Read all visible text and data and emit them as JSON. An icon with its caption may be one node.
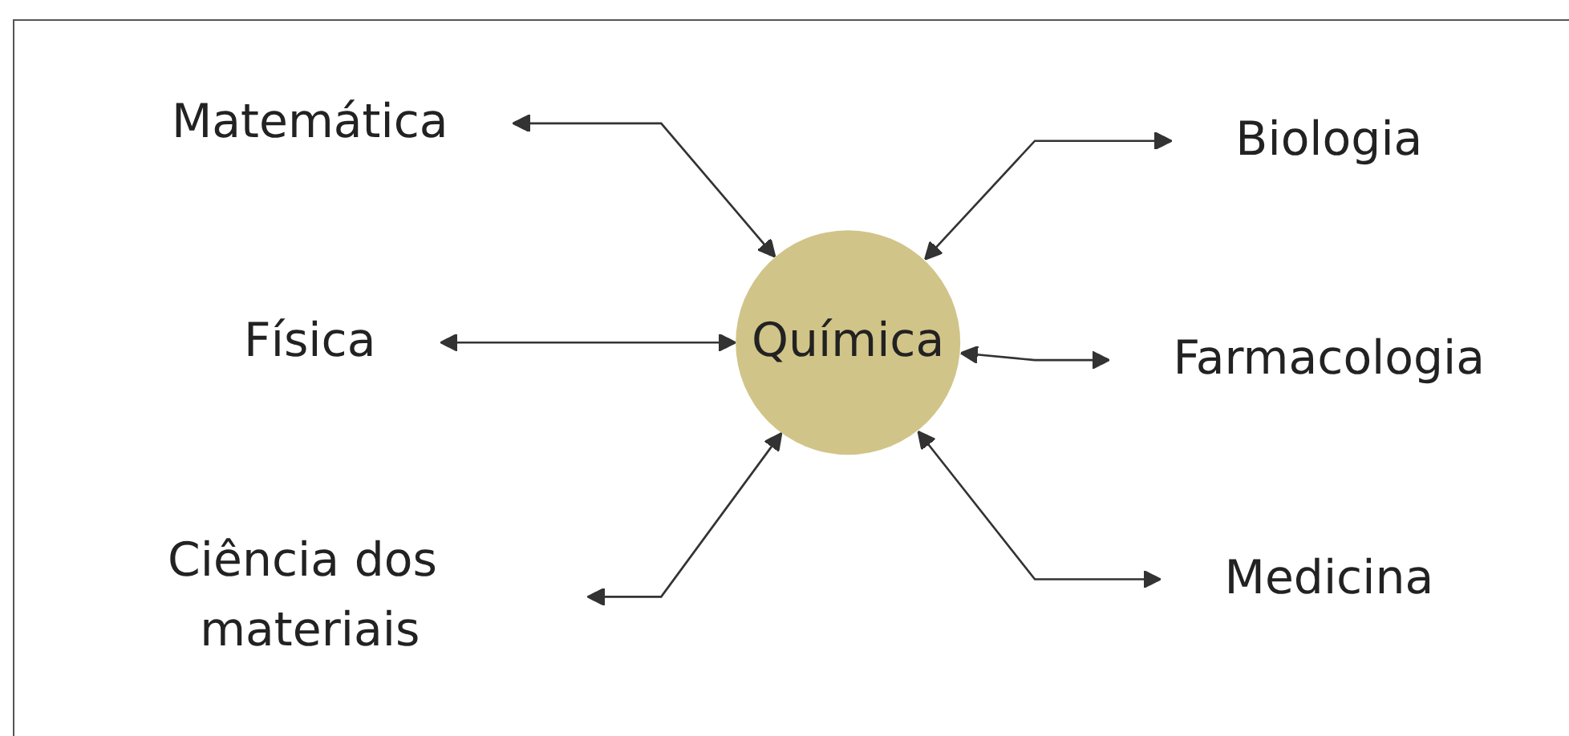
{
  "diagram": {
    "nodes": [
      {
        "text": [
          "Matemática"
        ]
      },
      {
        "text": [
          "Biologia"
        ]
      },
      {
        "text": [
          "Física"
        ]
      },
      {
        "text": [
          "Química"
        ]
      },
      {
        "text": [
          "Farmacologia"
        ]
      },
      {
        "text": [
          "Ciência dos materiais"
        ]
      },
      {
        "text": [
          "Medicina"
        ]
      }
    ],
    "edges": [
      {
        "from": 0,
        "to": 3,
        "arrow": "both"
      },
      {
        "from": 3,
        "to": 1,
        "arrow": "both"
      },
      {
        "from": 2,
        "to": 3,
        "arrow": "both"
      },
      {
        "from": 3,
        "to": 4,
        "arrow": "both"
      },
      {
        "from": 5,
        "to": 3,
        "arrow": "both"
      },
      {
        "from": 3,
        "to": 6,
        "arrow": "both"
      }
    ]
  }
}
